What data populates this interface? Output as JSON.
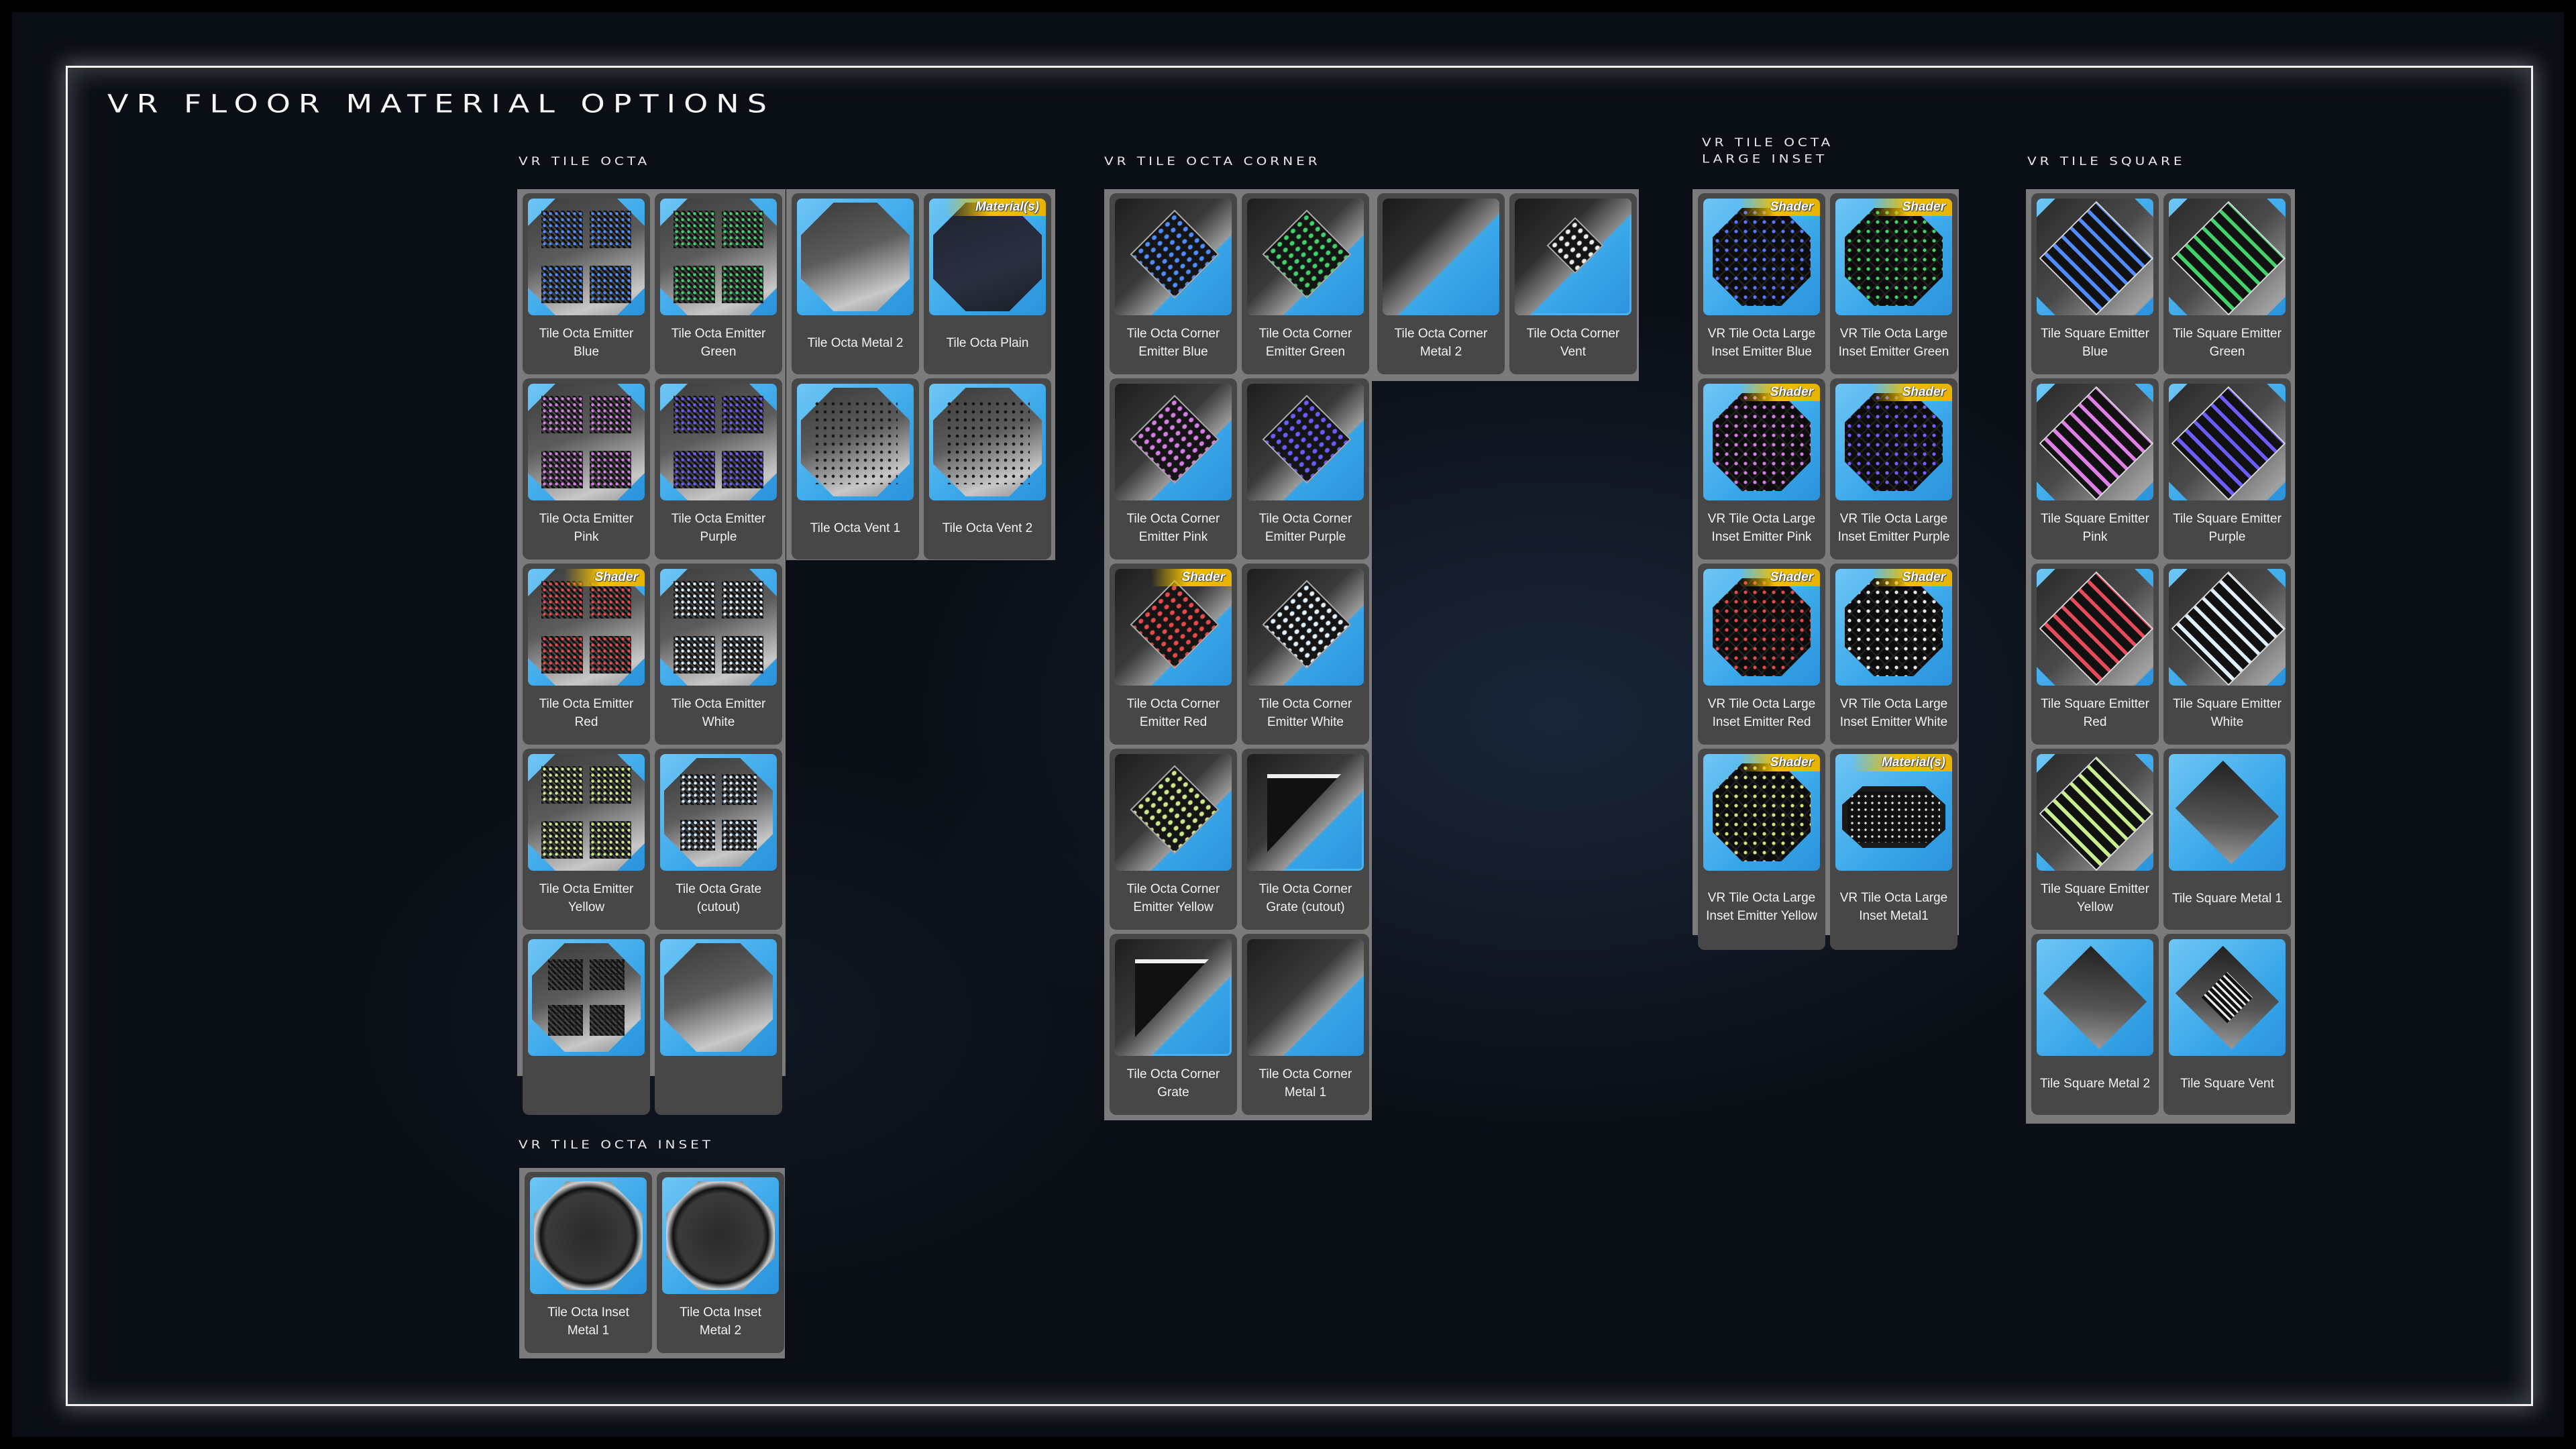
{
  "page": {
    "title": "VR Floor Material Options"
  },
  "badges": {
    "shader": "Shader",
    "materials": "Material(s)"
  },
  "colors": {
    "thumb_bg": "#3aa7ea",
    "card_bg": "#474747",
    "panel_bg": "#7b7b7b",
    "badge": "#f0bf00"
  },
  "sections": {
    "octa": {
      "title": "VR Tile Octa",
      "items": [
        {
          "label": "Tile Octa Emitter Blue",
          "color": "#4f8cff"
        },
        {
          "label": "Tile Octa Emitter Green",
          "color": "#3fd36a"
        },
        {
          "label": "Tile Octa Emitter Pink",
          "color": "#d77ee6"
        },
        {
          "label": "Tile Octa Emitter Purple",
          "color": "#6a5cff"
        },
        {
          "label": "Tile Octa Emitter Red",
          "color": "#e84a4a",
          "badge": "Shader"
        },
        {
          "label": "Tile Octa Emitter White",
          "color": "#dff1ff"
        },
        {
          "label": "Tile Octa Emitter Yellow",
          "color": "#cde88a"
        },
        {
          "label": "Tile Octa Grate (cutout)",
          "color": "#d6ecff"
        },
        {
          "label": "",
          "color": "#222222"
        },
        {
          "label": "",
          "color": "#222222"
        }
      ],
      "extra_items": [
        {
          "label": "Tile Octa Metal 2"
        },
        {
          "label": "Tile Octa Plain",
          "badge": "Material(s)"
        },
        {
          "label": "Tile Octa Vent 1"
        },
        {
          "label": "Tile Octa Vent 2"
        }
      ]
    },
    "octa_inset": {
      "title": "VR Tile Octa Inset",
      "items": [
        {
          "label": "Tile Octa Inset Metal 1"
        },
        {
          "label": "Tile Octa Inset Metal 2"
        }
      ]
    },
    "octa_corner": {
      "title": "VR Tile Octa Corner",
      "items": [
        {
          "label": "Tile Octa Corner Emitter Blue",
          "color": "#4f8cff"
        },
        {
          "label": "Tile Octa Corner Emitter Green",
          "color": "#3fd36a"
        },
        {
          "label": "Tile Octa Corner Emitter Pink",
          "color": "#d77ee6"
        },
        {
          "label": "Tile Octa Corner Emitter Purple",
          "color": "#6a5cff"
        },
        {
          "label": "Tile Octa Corner Emitter Red",
          "color": "#e84a4a",
          "badge": "Shader"
        },
        {
          "label": "Tile Octa Corner Emitter White",
          "color": "#dff1ff"
        },
        {
          "label": "Tile Octa Corner Emitter Yellow",
          "color": "#cde88a"
        },
        {
          "label": "Tile Octa Corner Grate (cutout)"
        },
        {
          "label": "Tile Octa Corner Grate"
        },
        {
          "label": "Tile Octa Corner Metal 1"
        }
      ],
      "extra_items": [
        {
          "label": "Tile Octa Corner Metal 2"
        },
        {
          "label": "Tile Octa Corner Vent"
        }
      ]
    },
    "octa_large_inset": {
      "title_line1": "VR Tile Octa",
      "title_line2": "Large Inset",
      "items": [
        {
          "label": "VR Tile Octa Large Inset Emitter Blue",
          "color": "#5a78ff",
          "badge": "Shader"
        },
        {
          "label": "VR Tile Octa Large Inset Emitter Green",
          "color": "#3fd36a",
          "badge": "Shader"
        },
        {
          "label": "VR Tile Octa Large Inset Emitter Pink",
          "color": "#d77ee6",
          "badge": "Shader"
        },
        {
          "label": "VR Tile Octa Large Inset Emitter Purple",
          "color": "#7a5cff",
          "badge": "Shader"
        },
        {
          "label": "VR Tile Octa Large Inset Emitter Red",
          "color": "#e84a4a",
          "badge": "Shader"
        },
        {
          "label": "VR Tile Octa Large Inset Emitter White",
          "color": "#e8e8e8",
          "badge": "Shader"
        },
        {
          "label": "VR Tile Octa Large Inset Emitter Yellow",
          "color": "#d8e07a",
          "badge": "Shader"
        },
        {
          "label": "VR Tile Octa Large Inset Metal1",
          "badge": "Material(s)"
        }
      ]
    },
    "square": {
      "title": "VR Tile Square",
      "items": [
        {
          "label": "Tile Square Emitter Blue",
          "color": "#4f8cff"
        },
        {
          "label": "Tile Square Emitter Green",
          "color": "#3fd36a"
        },
        {
          "label": "Tile Square Emitter Pink",
          "color": "#e07ee6"
        },
        {
          "label": "Tile Square Emitter Purple",
          "color": "#6a5cff"
        },
        {
          "label": "Tile Square Emitter Red",
          "color": "#e84a5a"
        },
        {
          "label": "Tile Square Emitter White",
          "color": "#dff1ff"
        },
        {
          "label": "Tile Square Emitter Yellow",
          "color": "#c8f08a"
        },
        {
          "label": "Tile Square Metal 1"
        },
        {
          "label": "Tile Square Metal 2"
        },
        {
          "label": "Tile Square Vent"
        }
      ]
    }
  }
}
